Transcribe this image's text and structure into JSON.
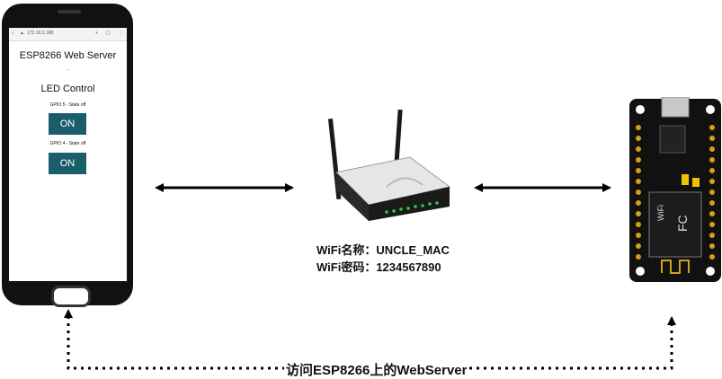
{
  "phone": {
    "url": "172.16.3.188",
    "title": "ESP8266 Web Server",
    "subtitle": "LED Control",
    "gpio5_status": "GPIO 5 - State off",
    "gpio5_button": "ON",
    "gpio4_status": "GPIO 4 - State off",
    "gpio4_button": "ON"
  },
  "router": {
    "wifi_name": "WiFi名称：UNCLE_MAC",
    "wifi_password": "WiFi密码：1234567890"
  },
  "connection_label": "访问ESP8266上的WebServer",
  "colors": {
    "button": "#1b5e6b",
    "board": "#111111",
    "router_body": "#e6e6e6",
    "led": "#2ecc40"
  }
}
